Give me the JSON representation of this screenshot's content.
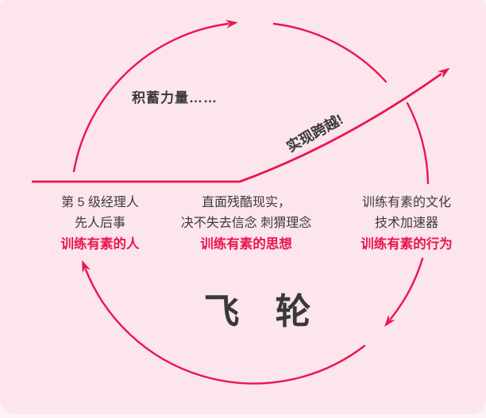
{
  "colors": {
    "background": "#FCE5EC",
    "page_strip": "#FDF3F6",
    "accent": "#EA164E",
    "dark_text": "#39393B"
  },
  "flywheel": {
    "title": "飞　轮",
    "momentum_label": "积蓄力量……",
    "breakthrough_label": "实现跨越!",
    "stages": [
      {
        "line1": "第 5 级经理人",
        "line2": "先人后事",
        "highlight": "训练有素的人"
      },
      {
        "line1": "直面残酷现实，",
        "line2": "决不失去信念 刺猬理念",
        "highlight": "训练有素的思想"
      },
      {
        "line1": "训练有素的文化",
        "line2": "技术加速器",
        "highlight": "训练有素的行为"
      }
    ]
  }
}
